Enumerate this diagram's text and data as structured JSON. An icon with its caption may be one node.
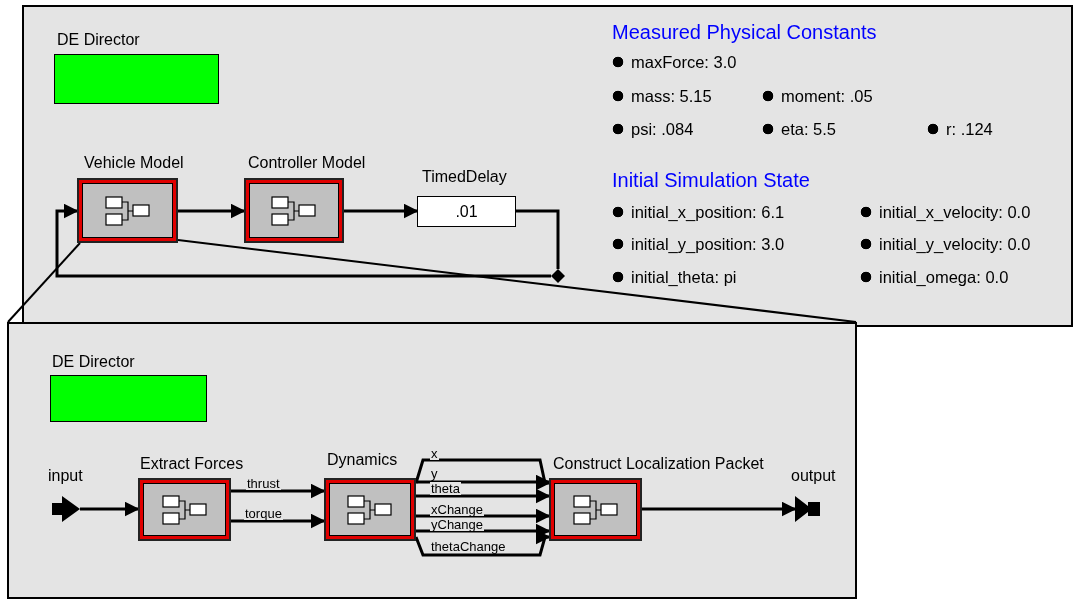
{
  "diagram": {
    "nodes": [
      {
        "text": [],
        "shape": "box"
      },
      {
        "text": [
          "DE Director"
        ],
        "in": 0
      },
      {
        "text": [
          "Vehicle Model"
        ],
        "in": 0
      },
      {
        "text": [
          "Controller Model"
        ],
        "in": 0
      },
      {
        "text": [
          "TimedDelay",
          ".01"
        ],
        "in": 0
      },
      {
        "text": [],
        "shape": "diamond",
        "in": 0
      },
      {
        "text": [],
        "shape": "box"
      },
      {
        "text": [
          "DE Director"
        ],
        "in": 6
      },
      {
        "text": [
          "input"
        ],
        "in": 6
      },
      {
        "text": [
          "Extract Forces"
        ],
        "in": 6
      },
      {
        "text": [
          "Dynamics"
        ],
        "in": 6
      },
      {
        "text": [
          "Construct Localization Packet"
        ],
        "in": 6
      },
      {
        "text": [
          "output"
        ],
        "in": 6
      }
    ],
    "edges": [
      {
        "from": 2,
        "to": 3,
        "arrow": "to"
      },
      {
        "from": 3,
        "to": 4,
        "arrow": "to"
      },
      {
        "from": 4,
        "to": 5,
        "arrow": "none"
      },
      {
        "from": 5,
        "to": 2,
        "arrow": "to"
      },
      {
        "from": 2,
        "to": 6,
        "arrow": "none"
      },
      {
        "from": 2,
        "to": 6,
        "arrow": "none"
      },
      {
        "from": 8,
        "to": 9,
        "arrow": "to"
      },
      {
        "from": 9,
        "to": 10,
        "label": "thrust",
        "arrow": "to"
      },
      {
        "from": 9,
        "to": 10,
        "label": "torque",
        "arrow": "to"
      },
      {
        "from": 10,
        "to": 11,
        "label": "x",
        "arrow": "to"
      },
      {
        "from": 10,
        "to": 11,
        "label": "y",
        "arrow": "to"
      },
      {
        "from": 10,
        "to": 11,
        "label": "theta",
        "arrow": "to"
      },
      {
        "from": 10,
        "to": 11,
        "label": "xChange",
        "arrow": "to"
      },
      {
        "from": 10,
        "to": 11,
        "label": "yChange",
        "arrow": "to"
      },
      {
        "from": 10,
        "to": 11,
        "label": "thetaChange",
        "arrow": "to"
      },
      {
        "from": 11,
        "to": 12,
        "arrow": "to"
      }
    ],
    "labels": [
      "Measured Physical Constants",
      "maxForce: 3.0",
      "mass: 5.15",
      "moment: .05",
      "psi: .084",
      "eta: 5.5",
      "r: .124",
      "Initial Simulation State",
      "initial_x_position: 6.1",
      "initial_x_velocity: 0.0",
      "initial_y_position: 3.0",
      "initial_y_velocity: 0.0",
      "initial_theta: pi",
      "initial_omega: 0.0"
    ]
  }
}
